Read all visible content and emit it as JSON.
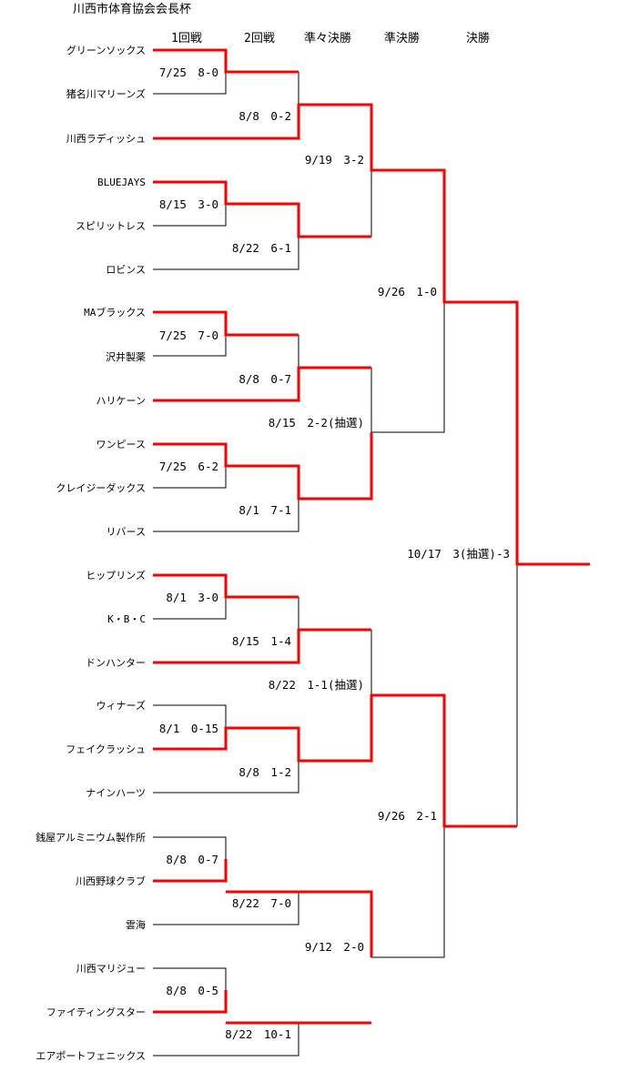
{
  "title": "川西市体育協会会長杯",
  "rounds": [
    "1回戦",
    "2回戦",
    "準々決勝",
    "準決勝",
    "決勝"
  ],
  "colors": {
    "win": "#ff0000",
    "lose": "#000000",
    "background": "#ffffff"
  },
  "teams": [
    "グリーンソックス",
    "猪名川マリーンズ",
    "川西ラディッシュ",
    "BLUEJAYS",
    "スピリットレス",
    "ロビンス",
    "MAブラックス",
    "沢井製薬",
    "ハリケーン",
    "ワンピース",
    "クレイジーダックス",
    "リバース",
    "ヒップリンズ",
    "K・B・C",
    "ドンハンター",
    "ウィナーズ",
    "フェイクラッシュ",
    "ナインハーツ",
    "銭屋アルミニウム製作所",
    "川西野球クラブ",
    "雲海",
    "川西マリジュー",
    "ファイティングスター",
    "エアポートフェニックス"
  ],
  "matches": [
    {
      "id": "r1_1",
      "date": "7/25",
      "score": "8-0",
      "label": "7/25　8-0"
    },
    {
      "id": "r1_2",
      "date": "8/15",
      "score": "3-0",
      "label": "8/15　3-0"
    },
    {
      "id": "r1_3",
      "date": "7/25",
      "score": "7-0",
      "label": "7/25　7-0"
    },
    {
      "id": "r1_4",
      "date": "7/25",
      "score": "6-2",
      "label": "7/25　6-2"
    },
    {
      "id": "r1_5",
      "date": "8/1",
      "score": "3-0",
      "label": "8/1　3-0"
    },
    {
      "id": "r1_6",
      "date": "8/1",
      "score": "0-15",
      "label": "8/1　0-15"
    },
    {
      "id": "r1_7",
      "date": "8/8",
      "score": "0-7",
      "label": "8/8　0-7"
    },
    {
      "id": "r1_8",
      "date": "8/8",
      "score": "0-5",
      "label": "8/8　0-5"
    },
    {
      "id": "r2_1",
      "date": "8/8",
      "score": "0-2",
      "label": "8/8　0-2"
    },
    {
      "id": "r2_2",
      "date": "8/22",
      "score": "6-1",
      "label": "8/22　6-1"
    },
    {
      "id": "r2_3",
      "date": "8/8",
      "score": "0-7",
      "label": "8/8　0-7"
    },
    {
      "id": "r2_4",
      "date": "8/1",
      "score": "7-1",
      "label": "8/1　7-1"
    },
    {
      "id": "r2_5",
      "date": "8/15",
      "score": "1-4",
      "label": "8/15　1-4"
    },
    {
      "id": "r2_6",
      "date": "8/8",
      "score": "1-2",
      "label": "8/8　1-2"
    },
    {
      "id": "r2_7",
      "date": "8/22",
      "score": "7-0",
      "label": "8/22　7-0"
    },
    {
      "id": "r2_8",
      "date": "8/22",
      "score": "10-1",
      "label": "8/22　10-1"
    },
    {
      "id": "qf_1",
      "date": "9/19",
      "score": "3-2",
      "label": "9/19　3-2"
    },
    {
      "id": "qf_2",
      "date": "8/15",
      "score": "2-2(抽選)",
      "label": "8/15　2-2(抽選)"
    },
    {
      "id": "qf_3",
      "date": "8/22",
      "score": "1-1(抽選)",
      "label": "8/22　1-1(抽選)"
    },
    {
      "id": "qf_4",
      "date": "9/12",
      "score": "2-0",
      "label": "9/12　2-0"
    },
    {
      "id": "sf_1",
      "date": "9/26",
      "score": "1-0",
      "label": "9/26　1-0"
    },
    {
      "id": "sf_2",
      "date": "9/26",
      "score": "2-1",
      "label": "9/26　2-1"
    },
    {
      "id": "final",
      "date": "10/17",
      "score": "3(抽選)-3",
      "label": "10/17　3(抽選)-3"
    }
  ]
}
